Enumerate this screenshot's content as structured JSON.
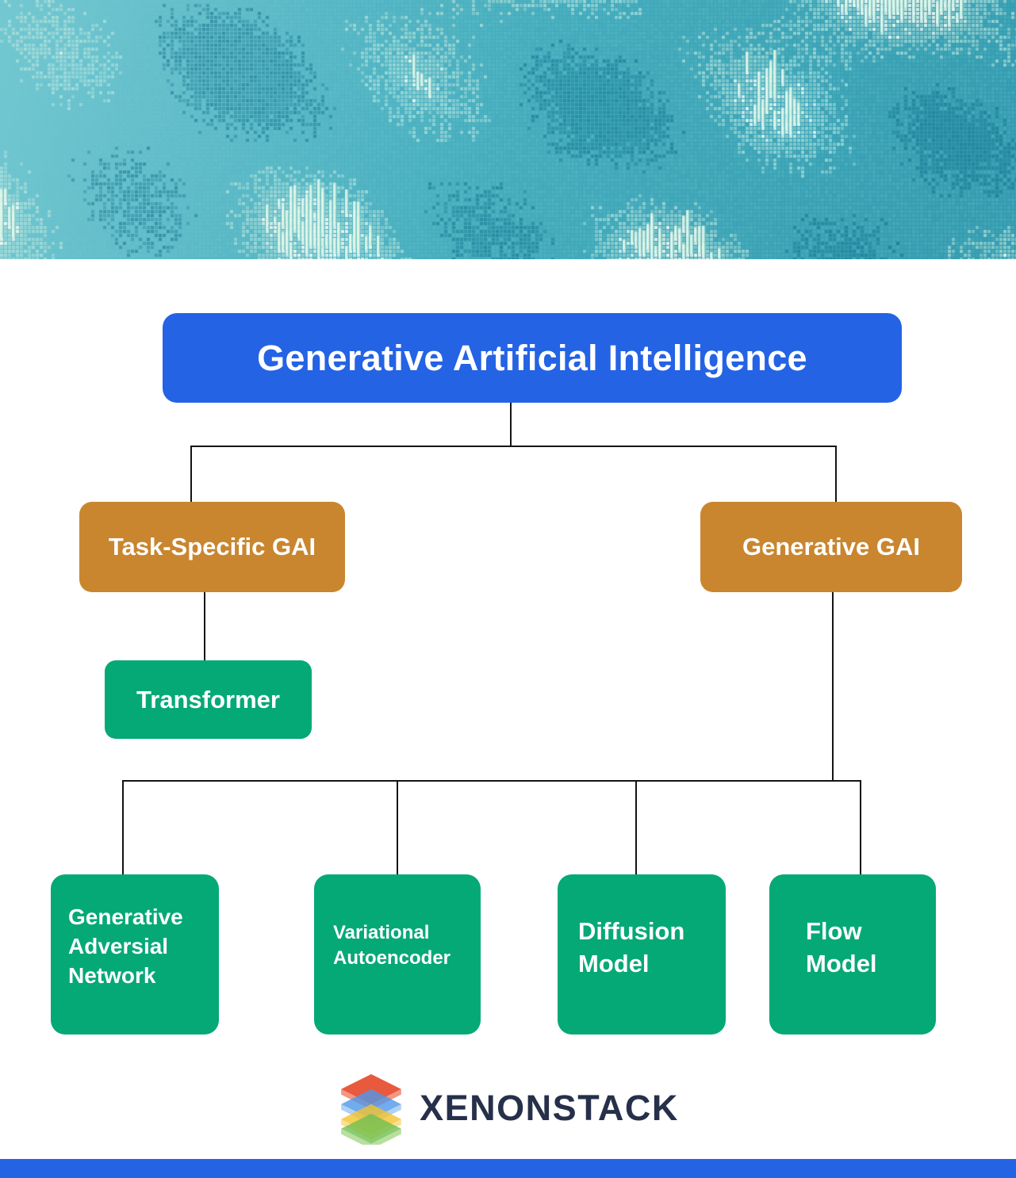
{
  "colors": {
    "primary_blue": "#2463e4",
    "branch_orange": "#c9862f",
    "leaf_green": "#05a976",
    "connector_black": "#141414",
    "logo_navy": "#26304a",
    "logo_layer_red": "#e74b2d",
    "logo_layer_blue": "#4e97ea",
    "logo_layer_yellow": "#f2c32d",
    "logo_layer_green": "#6fbf50"
  },
  "diagram": {
    "root_label": "Generative Artificial Intelligence",
    "task_specific_label": "Task-Specific GAI",
    "generative_label": "Generative GAI",
    "transformer_label": "Transformer",
    "gan_label": "Generative Adversial Network",
    "vae_label": "Variational Autoencoder",
    "diffusion_label": "Diffusion Model",
    "flow_label": "Flow Model"
  },
  "footer": {
    "brand": "XENONSTACK"
  }
}
